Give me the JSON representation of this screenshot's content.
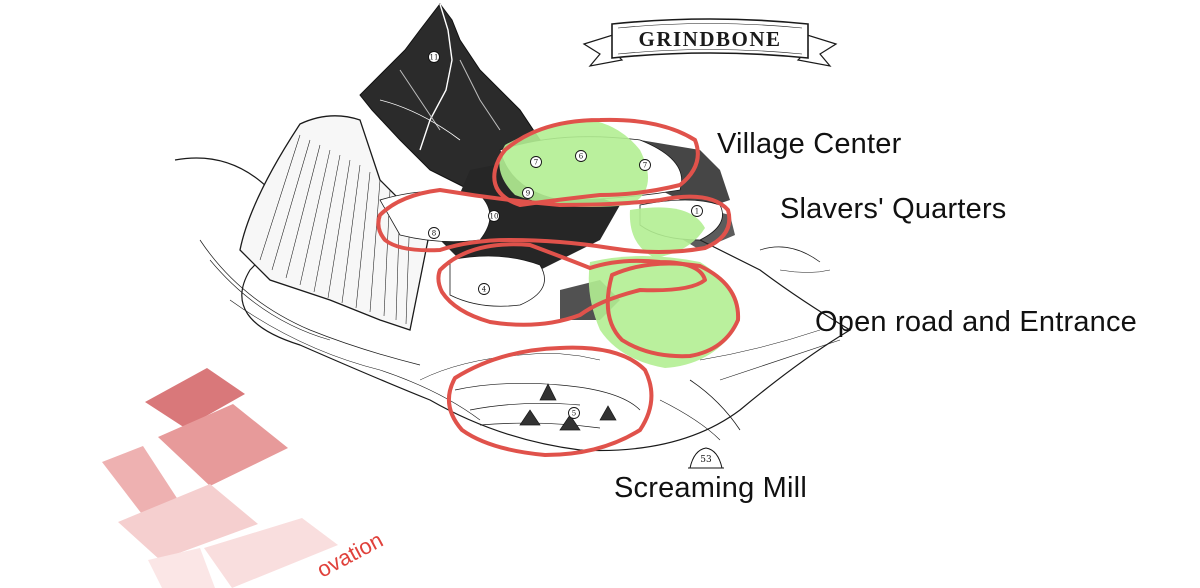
{
  "map": {
    "title": "GRINDBONE",
    "page_number": "53",
    "regions": [
      {
        "label": "Village Center"
      },
      {
        "label": "Slavers' Quarters"
      },
      {
        "label": "Open road and Entrance"
      },
      {
        "label": "Screaming Mill"
      }
    ],
    "location_numbers": [
      "11",
      "7",
      "6",
      "7",
      "9",
      "10",
      "8",
      "1",
      "4",
      "5"
    ],
    "colors": {
      "region_outline": "#e0524b",
      "highlight_fill": "#b3ef93",
      "ink": "#1a1a1a"
    }
  },
  "watermark": {
    "text": "ovation"
  }
}
